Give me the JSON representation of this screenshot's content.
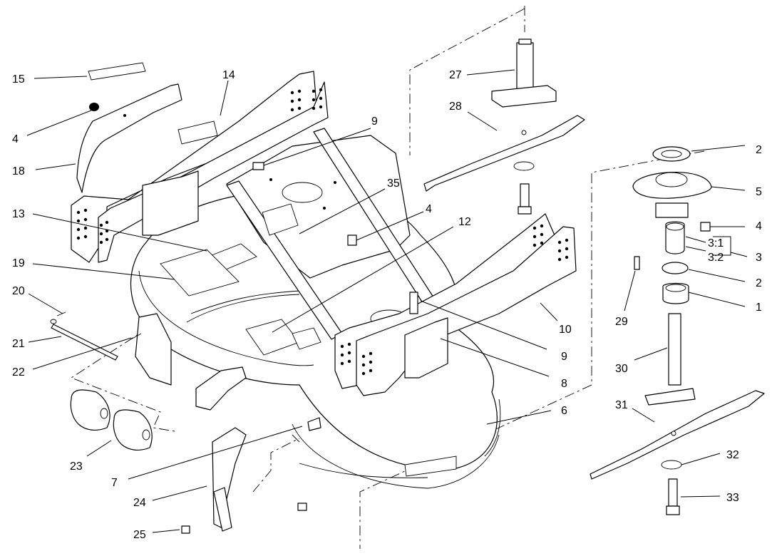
{
  "callouts": {
    "c15": "15",
    "c14": "14",
    "c4a": "4",
    "c18": "18",
    "c13": "13",
    "c19": "19",
    "c20": "20",
    "c21": "21",
    "c22": "22",
    "c23": "23",
    "c7": "7",
    "c24": "24",
    "c25": "25",
    "c9a": "9",
    "c35": "35",
    "c4b": "4",
    "c12": "12",
    "c27": "27",
    "c28": "28",
    "c10": "10",
    "c9b": "9",
    "c8": "8",
    "c6": "6",
    "c2a": "2",
    "c5": "5",
    "c4c": "4",
    "c3_1": "3:1",
    "c3_2": "3:2",
    "c3": "3",
    "c2b": "2",
    "c1": "1",
    "c29": "29",
    "c30": "30",
    "c31": "31",
    "c32": "32",
    "c33": "33"
  }
}
